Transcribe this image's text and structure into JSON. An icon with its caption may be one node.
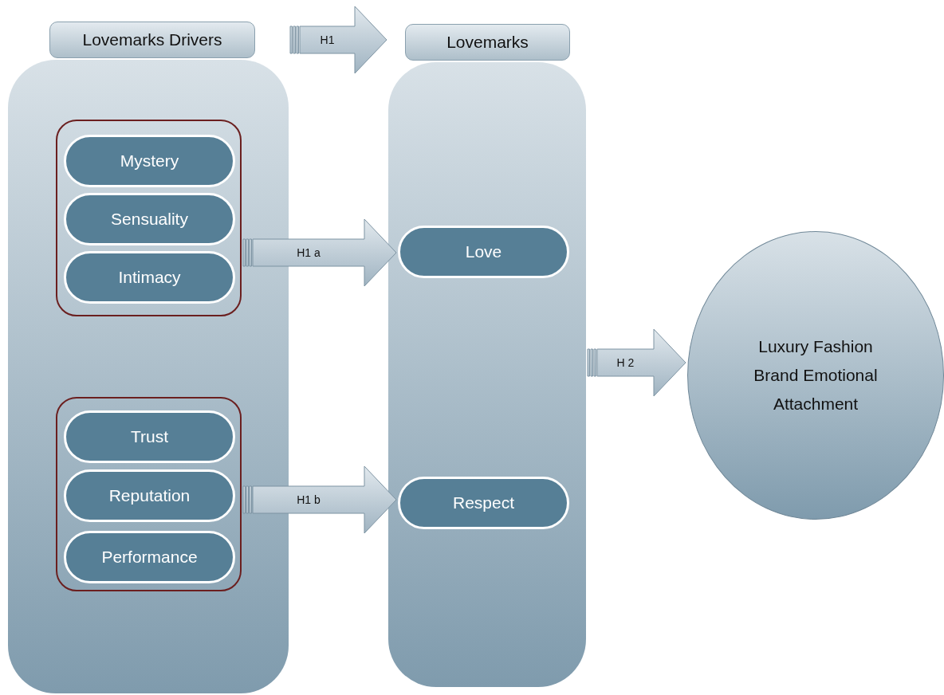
{
  "diagram": {
    "nodes": [
      {
        "text": [
          "Lovemarks Drivers"
        ]
      },
      {
        "text": [],
        "shape": "box",
        "in": 0
      },
      {
        "text": [
          "Mystery"
        ],
        "in": 1
      },
      {
        "text": [
          "Sensuality"
        ],
        "in": 1
      },
      {
        "text": [
          "Intimacy"
        ],
        "in": 1
      },
      {
        "text": [],
        "shape": "box",
        "in": 0
      },
      {
        "text": [
          "Trust"
        ],
        "in": 5
      },
      {
        "text": [
          "Reputation"
        ],
        "in": 5
      },
      {
        "text": [
          "Performance"
        ],
        "in": 5
      },
      {
        "text": [
          "Lovemarks"
        ]
      },
      {
        "text": [
          "Love"
        ],
        "in": 9
      },
      {
        "text": [
          "Respect"
        ],
        "in": 9
      },
      {
        "text": [
          "Luxury Fashion Brand Emotional Attachment"
        ]
      }
    ],
    "edges": [
      {
        "from": 0,
        "to": 9,
        "arrow": "to",
        "label": "H1",
        "style": "thick"
      },
      {
        "from": 1,
        "to": 10,
        "arrow": "to",
        "label": "H1 a",
        "style": "thick"
      },
      {
        "from": 5,
        "to": 11,
        "arrow": "to",
        "label": "H1 b",
        "style": "thick"
      },
      {
        "from": 9,
        "to": 12,
        "arrow": "to",
        "label": "H 2",
        "style": "thick"
      }
    ]
  }
}
